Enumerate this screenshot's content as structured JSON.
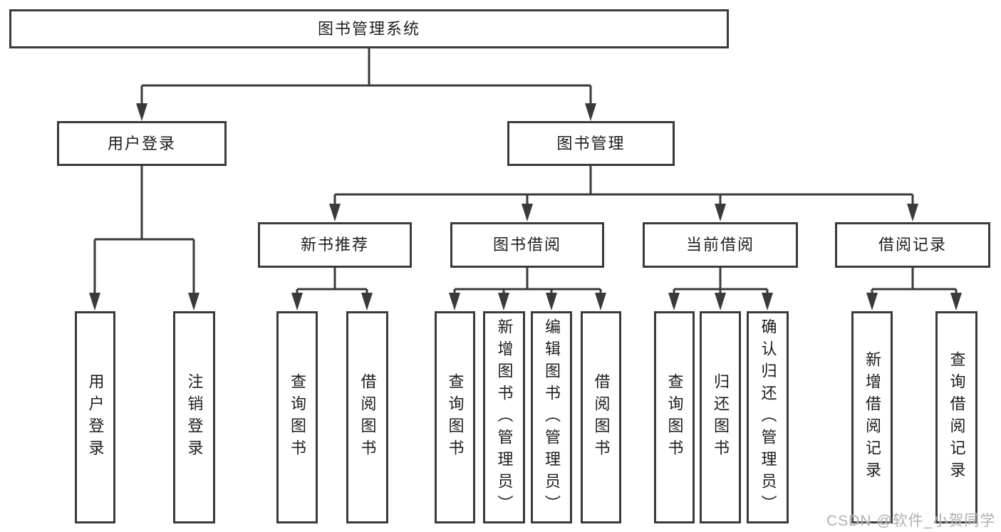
{
  "diagram": {
    "root": {
      "label": "图书管理系统"
    },
    "branches": [
      {
        "label": "用户登录",
        "children": [
          {
            "label": "用户登录"
          },
          {
            "label": "注销登录"
          }
        ]
      },
      {
        "label": "图书管理",
        "groups": [
          {
            "label": "新书推荐",
            "children": [
              {
                "label": "查询图书"
              },
              {
                "label": "借阅图书"
              }
            ]
          },
          {
            "label": "图书借阅",
            "children": [
              {
                "label": "查询图书"
              },
              {
                "label": "新增图书（管理员）"
              },
              {
                "label": "编辑图书（管理员）"
              },
              {
                "label": "借阅图书"
              }
            ]
          },
          {
            "label": "当前借阅",
            "children": [
              {
                "label": "查询图书"
              },
              {
                "label": "归还图书"
              },
              {
                "label": "确认归还（管理员）"
              }
            ]
          },
          {
            "label": "借阅记录",
            "children": [
              {
                "label": "新增借阅记录"
              },
              {
                "label": "查询借阅记录"
              }
            ]
          }
        ]
      }
    ]
  },
  "watermark": {
    "text": "CSDN @软件_小贺同学"
  },
  "colors": {
    "line": "#3a3a3a",
    "text": "#1d1d1f",
    "box-bg": "#ffffff",
    "page-bg": "#ffffff",
    "watermark": "#a9a9a9"
  }
}
